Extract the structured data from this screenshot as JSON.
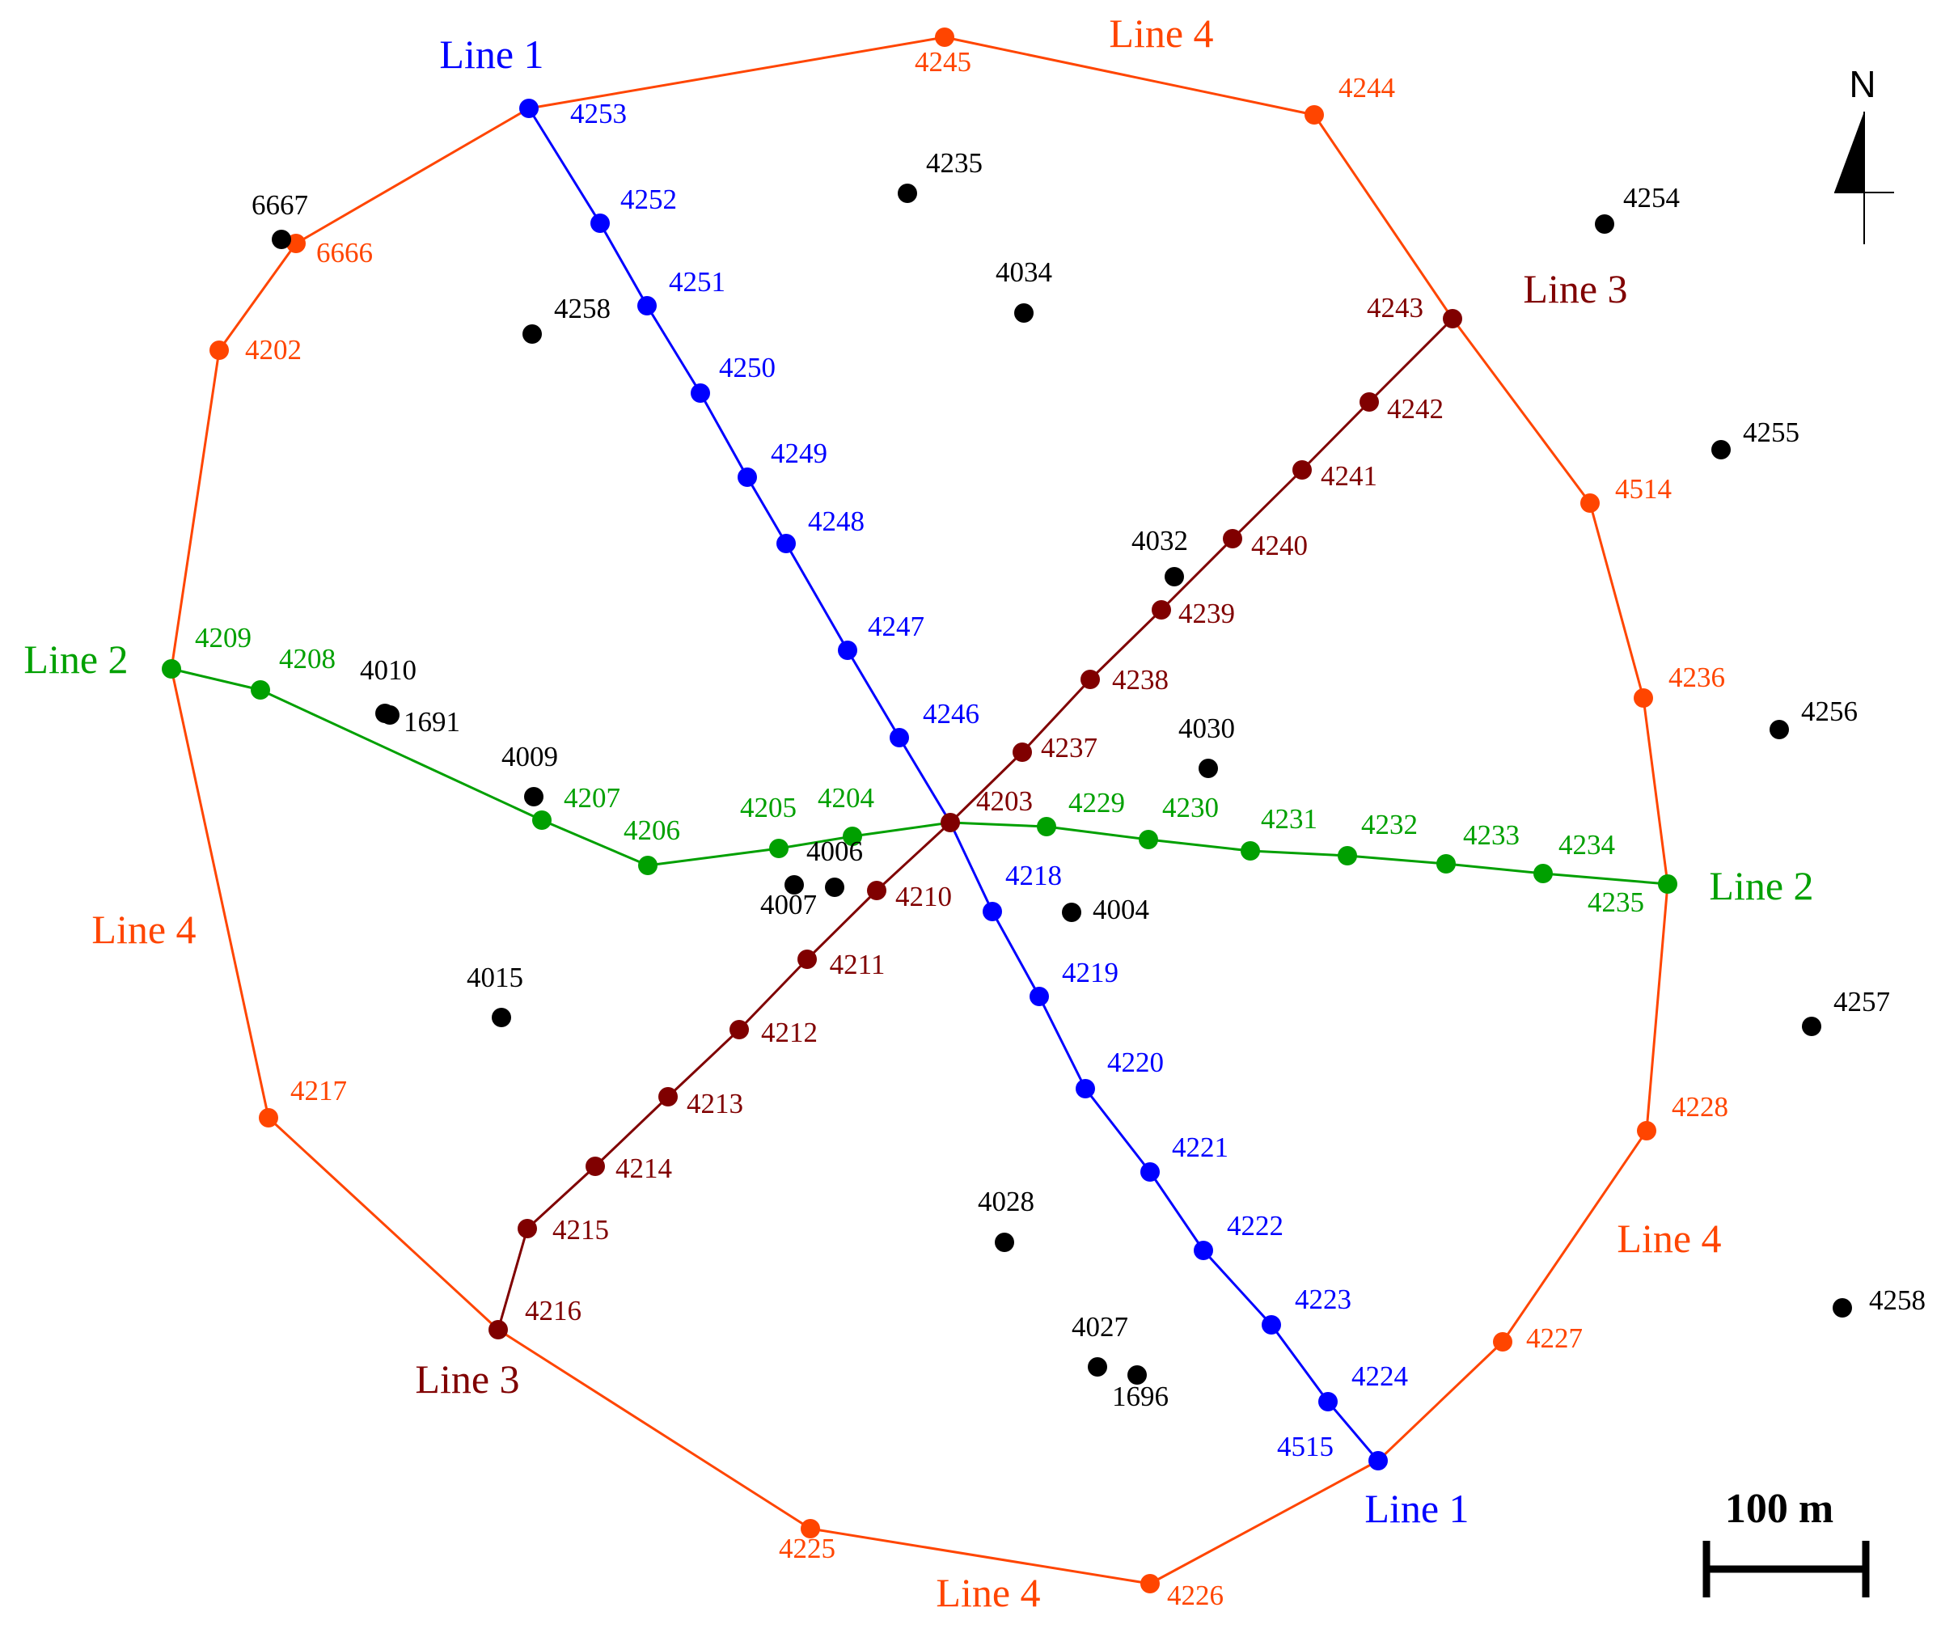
{
  "colors": {
    "line1": "#0000ff",
    "line2": "#00a000",
    "line3": "#800000",
    "line4": "#ff4500",
    "other": "#000000"
  },
  "map": {
    "north_label": "N",
    "scale_label": "100 m",
    "line_labels": [
      {
        "id": "l1-top",
        "text": "Line 1",
        "line": "line1"
      },
      {
        "id": "l1-bot",
        "text": "Line 1",
        "line": "line1"
      },
      {
        "id": "l2-left",
        "text": "Line 2",
        "line": "line2"
      },
      {
        "id": "l2-right",
        "text": "Line 2",
        "line": "line2"
      },
      {
        "id": "l3-top",
        "text": "Line 3",
        "line": "line3"
      },
      {
        "id": "l3-bot",
        "text": "Line 3",
        "line": "line3"
      },
      {
        "id": "l4-top",
        "text": "Line 4",
        "line": "line4"
      },
      {
        "id": "l4-left",
        "text": "Line 4",
        "line": "line4"
      },
      {
        "id": "l4-right",
        "text": "Line 4",
        "line": "line4"
      },
      {
        "id": "l4-bot",
        "text": "Line 4",
        "line": "line4"
      }
    ],
    "points": [
      {
        "id": "4253",
        "line": "line1"
      },
      {
        "id": "4252",
        "line": "line1"
      },
      {
        "id": "4251",
        "line": "line1"
      },
      {
        "id": "4250",
        "line": "line1"
      },
      {
        "id": "4249",
        "line": "line1"
      },
      {
        "id": "4248",
        "line": "line1"
      },
      {
        "id": "4247",
        "line": "line1"
      },
      {
        "id": "4246",
        "line": "line1"
      },
      {
        "id": "4218",
        "line": "line1"
      },
      {
        "id": "4219",
        "line": "line1"
      },
      {
        "id": "4220",
        "line": "line1"
      },
      {
        "id": "4221",
        "line": "line1"
      },
      {
        "id": "4222",
        "line": "line1"
      },
      {
        "id": "4223",
        "line": "line1"
      },
      {
        "id": "4224",
        "line": "line1"
      },
      {
        "id": "4515",
        "line": "line1"
      },
      {
        "id": "4209",
        "line": "line2"
      },
      {
        "id": "4208",
        "line": "line2"
      },
      {
        "id": "4207",
        "line": "line2"
      },
      {
        "id": "4206",
        "line": "line2"
      },
      {
        "id": "4205",
        "line": "line2"
      },
      {
        "id": "4204",
        "line": "line2"
      },
      {
        "id": "4229",
        "line": "line2"
      },
      {
        "id": "4230",
        "line": "line2"
      },
      {
        "id": "4231",
        "line": "line2"
      },
      {
        "id": "4232",
        "line": "line2"
      },
      {
        "id": "4233",
        "line": "line2"
      },
      {
        "id": "4234",
        "line": "line2"
      },
      {
        "id": "4235",
        "line": "line2"
      },
      {
        "id": "4243",
        "line": "line3"
      },
      {
        "id": "4242",
        "line": "line3"
      },
      {
        "id": "4241",
        "line": "line3"
      },
      {
        "id": "4240",
        "line": "line3"
      },
      {
        "id": "4239",
        "line": "line3"
      },
      {
        "id": "4238",
        "line": "line3"
      },
      {
        "id": "4237",
        "line": "line3"
      },
      {
        "id": "4203",
        "line": "line3"
      },
      {
        "id": "4210",
        "line": "line3"
      },
      {
        "id": "4211",
        "line": "line3"
      },
      {
        "id": "4212",
        "line": "line3"
      },
      {
        "id": "4213",
        "line": "line3"
      },
      {
        "id": "4214",
        "line": "line3"
      },
      {
        "id": "4215",
        "line": "line3"
      },
      {
        "id": "4216",
        "line": "line3"
      },
      {
        "id": "4245",
        "line": "line4"
      },
      {
        "id": "4244",
        "line": "line4"
      },
      {
        "id": "4514",
        "line": "line4"
      },
      {
        "id": "4236",
        "line": "line4"
      },
      {
        "id": "4228",
        "line": "line4"
      },
      {
        "id": "4227",
        "line": "line4"
      },
      {
        "id": "4226",
        "line": "line4"
      },
      {
        "id": "4225",
        "line": "line4"
      },
      {
        "id": "4217",
        "line": "line4"
      },
      {
        "id": "4202",
        "line": "line4"
      },
      {
        "id": "6666",
        "line": "line4"
      },
      {
        "id": "6667",
        "line": "other"
      },
      {
        "id": "4235",
        "line": "other"
      },
      {
        "id": "4254",
        "line": "other"
      },
      {
        "id": "4034",
        "line": "other"
      },
      {
        "id": "4258",
        "line": "other"
      },
      {
        "id": "4255",
        "line": "other"
      },
      {
        "id": "4032",
        "line": "other"
      },
      {
        "id": "4010",
        "line": "other"
      },
      {
        "id": "1691",
        "line": "other"
      },
      {
        "id": "4009",
        "line": "other"
      },
      {
        "id": "4006",
        "line": "other"
      },
      {
        "id": "4007",
        "line": "other"
      },
      {
        "id": "4030",
        "line": "other"
      },
      {
        "id": "4256",
        "line": "other"
      },
      {
        "id": "4004",
        "line": "other"
      },
      {
        "id": "4015",
        "line": "other"
      },
      {
        "id": "4257",
        "line": "other"
      },
      {
        "id": "4028",
        "line": "other"
      },
      {
        "id": "4258",
        "line": "other"
      },
      {
        "id": "4027",
        "line": "other"
      },
      {
        "id": "1696",
        "line": "other"
      }
    ]
  }
}
